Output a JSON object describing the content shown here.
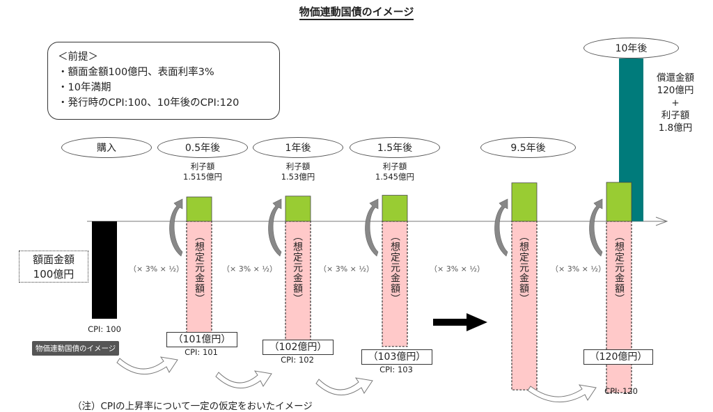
{
  "title": "物価連動国債のイメージ",
  "premise": {
    "heading": "＜前提＞",
    "items": [
      "・額面金額100億円、表面利率3%",
      "・10年満期",
      "・発行時のCPI:100、10年後のCPI:120"
    ]
  },
  "timeline": {
    "stages": [
      {
        "label": "購入"
      },
      {
        "label": "0.5年後",
        "interest_label": "利子額",
        "interest_value": "1.515億円",
        "principal": "（101億円）",
        "cpi": "CPI: 101"
      },
      {
        "label": "1年後",
        "interest_label": "利子額",
        "interest_value": "1.53億円",
        "principal": "（102億円）",
        "cpi": "CPI: 102"
      },
      {
        "label": "1.5年後",
        "interest_label": "利子額",
        "interest_value": "1.545億円",
        "principal": "（103億円）",
        "cpi": "CPI: 103"
      },
      {
        "label": "9.5年後"
      },
      {
        "label": "10年後",
        "principal": "（120億円）",
        "cpi": "CPI: 120"
      }
    ],
    "face_value": {
      "line1": "額面金額",
      "line2": "100億円",
      "cpi": "CPI: 100"
    },
    "notional_label": "（想定元金額）",
    "rate_formula": "（× 3% × ½）",
    "redemption": {
      "line1": "償還金額",
      "line2": "120億円",
      "plus": "+",
      "line3": "利子額",
      "line4": "1.8億円"
    }
  },
  "chart_data": {
    "type": "bar",
    "categories": [
      "購入",
      "0.5年後",
      "1年後",
      "1.5年後",
      "9.5年後",
      "10年後"
    ],
    "series": [
      {
        "name": "想定元金額 (億円)",
        "values": [
          100,
          101,
          102,
          103,
          null,
          120
        ],
        "color": "#ffc9c9"
      },
      {
        "name": "利子額 (億円)",
        "values": [
          null,
          1.515,
          1.53,
          1.545,
          null,
          1.8
        ],
        "color": "#99cc33"
      },
      {
        "name": "償還金額 (億円)",
        "values": [
          null,
          null,
          null,
          null,
          null,
          120
        ],
        "color": "#007b7b"
      }
    ],
    "cpi": [
      100,
      101,
      102,
      103,
      null,
      120
    ],
    "coupon_rate_percent": 3,
    "title": "物価連動国債のイメージ"
  },
  "colors": {
    "face_bar": "#000000",
    "notional_fill": "#ffc9c9",
    "interest_fill": "#99cc33",
    "redemption_fill": "#007b7b"
  },
  "tooltip": "物価連動国債のイメージ",
  "note": "（注）CPIの上昇率について一定の仮定をおいたイメージ"
}
